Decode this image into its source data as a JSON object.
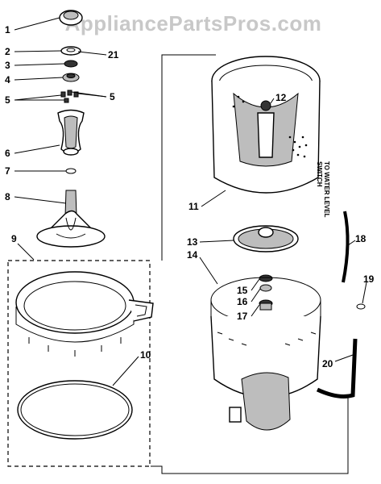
{
  "watermark": {
    "text": "AppliancePartsPros.com"
  },
  "callouts": {
    "c1": "1",
    "c2": "2",
    "c3": "3",
    "c4": "4",
    "c5a": "5",
    "c5b": "5",
    "c6": "6",
    "c7": "7",
    "c8": "8",
    "c9": "9",
    "c10": "10",
    "c11": "11",
    "c12": "12",
    "c13": "13",
    "c14": "14",
    "c15": "15",
    "c16": "16",
    "c17": "17",
    "c18": "18",
    "c19": "19",
    "c20": "20",
    "c21": "21"
  },
  "note": {
    "line1": "TO WATER LEVEL",
    "line2": "SWITCH"
  }
}
